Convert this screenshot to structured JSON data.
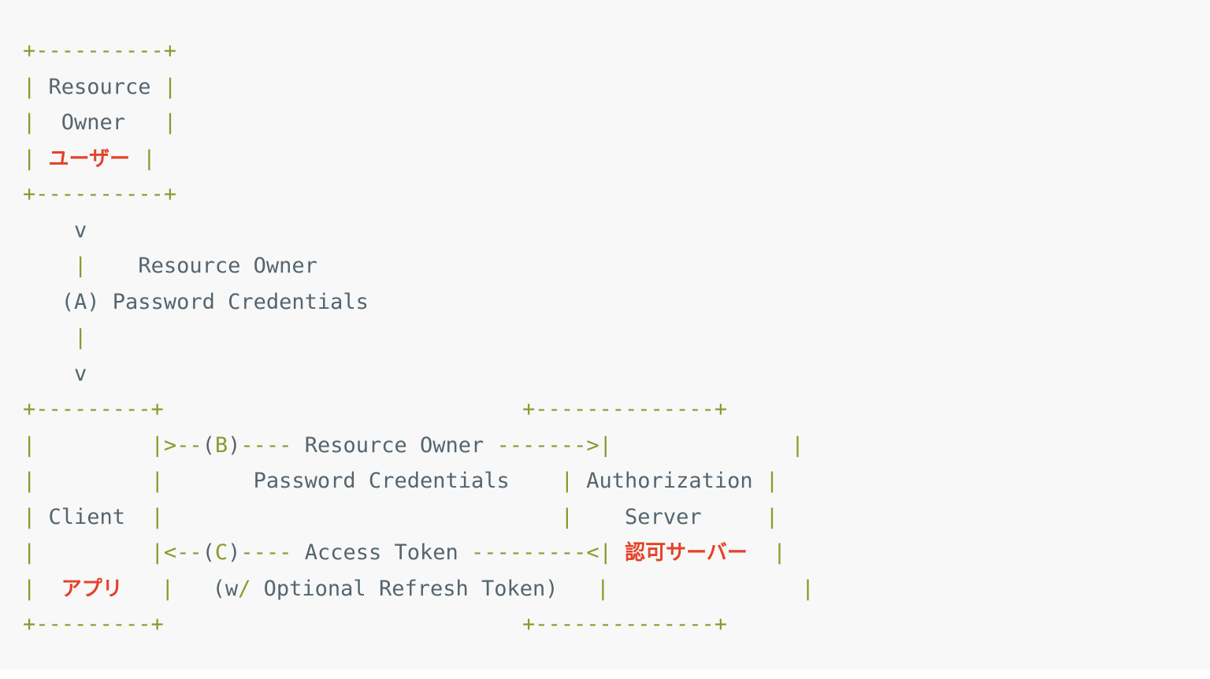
{
  "document": {
    "kind": "ascii-art-diagram",
    "title": "OAuth 2.0 Resource Owner Password Credentials Grant",
    "background_color": "#f8f8f8",
    "page_background_color": "#ffffff",
    "colors": {
      "box_drawing": "#8a9a2b",
      "text": "#55656f",
      "annotation_japanese": "#e5422a"
    }
  },
  "diagram": {
    "boxes": [
      {
        "id": "resource-owner",
        "label_lines": [
          "Resource",
          "Owner"
        ],
        "annotation": "ユーザー",
        "width_chars": 12
      },
      {
        "id": "client",
        "label_lines": [
          "Client"
        ],
        "annotation": "アプリ",
        "width_chars": 11
      },
      {
        "id": "authorization-server",
        "label_lines": [
          "Authorization",
          "Server"
        ],
        "annotation": "認可サーバー",
        "width_chars": 16
      }
    ],
    "flows": [
      {
        "step": "(A)",
        "label_lines": [
          "Resource Owner",
          "Password Credentials"
        ],
        "direction": "down",
        "from": "resource-owner",
        "to": "client"
      },
      {
        "step": "(B)",
        "label_lines": [
          "Resource Owner",
          "Password Credentials"
        ],
        "direction": "right",
        "from": "client",
        "to": "authorization-server"
      },
      {
        "step": "(C)",
        "label_lines": [
          "Access Token",
          "(w/ Optional Refresh Token)"
        ],
        "direction": "left",
        "from": "authorization-server",
        "to": "client"
      }
    ]
  },
  "lines": [
    [
      {
        "t": "+----------+",
        "c": "box"
      }
    ],
    [
      {
        "t": "|",
        "c": "box"
      },
      {
        "t": " Resource ",
        "c": "txt"
      },
      {
        "t": "|",
        "c": "box"
      }
    ],
    [
      {
        "t": "|",
        "c": "box"
      },
      {
        "t": "  Owner   ",
        "c": "txt"
      },
      {
        "t": "|",
        "c": "box"
      }
    ],
    [
      {
        "t": "|",
        "c": "box"
      },
      {
        "t": " ",
        "c": "txt"
      },
      {
        "t": "ユーザー",
        "c": "jp"
      },
      {
        "t": " ",
        "c": "txt"
      },
      {
        "t": "|",
        "c": "box"
      }
    ],
    [
      {
        "t": "+----------+",
        "c": "box"
      }
    ],
    [
      {
        "t": "    v",
        "c": "txt"
      }
    ],
    [
      {
        "t": "    ",
        "c": "txt"
      },
      {
        "t": "|",
        "c": "box"
      },
      {
        "t": "    Resource Owner",
        "c": "txt"
      }
    ],
    [
      {
        "t": "   (A) Password Credentials",
        "c": "txt"
      }
    ],
    [
      {
        "t": "    ",
        "c": "txt"
      },
      {
        "t": "|",
        "c": "box"
      }
    ],
    [
      {
        "t": "    v",
        "c": "txt"
      }
    ],
    [
      {
        "t": "+---------+",
        "c": "box"
      },
      {
        "t": "                            ",
        "c": "txt"
      },
      {
        "t": "+--------------+",
        "c": "box"
      }
    ],
    [
      {
        "t": "|",
        "c": "box"
      },
      {
        "t": "         ",
        "c": "txt"
      },
      {
        "t": "|>--",
        "c": "box"
      },
      {
        "t": "(",
        "c": "txt"
      },
      {
        "t": "B",
        "c": "box"
      },
      {
        "t": ")",
        "c": "txt"
      },
      {
        "t": "----",
        "c": "box"
      },
      {
        "t": " Resource Owner ",
        "c": "txt"
      },
      {
        "t": "------->|",
        "c": "box"
      },
      {
        "t": "              ",
        "c": "txt"
      },
      {
        "t": "|",
        "c": "box"
      }
    ],
    [
      {
        "t": "|",
        "c": "box"
      },
      {
        "t": "         ",
        "c": "txt"
      },
      {
        "t": "|",
        "c": "box"
      },
      {
        "t": "       Password Credentials    ",
        "c": "txt"
      },
      {
        "t": "|",
        "c": "box"
      },
      {
        "t": " Authorization ",
        "c": "txt"
      },
      {
        "t": "|",
        "c": "box"
      }
    ],
    [
      {
        "t": "|",
        "c": "box"
      },
      {
        "t": " Client  ",
        "c": "txt"
      },
      {
        "t": "|",
        "c": "box"
      },
      {
        "t": "                               ",
        "c": "txt"
      },
      {
        "t": "|",
        "c": "box"
      },
      {
        "t": "    Server     ",
        "c": "txt"
      },
      {
        "t": "|",
        "c": "box"
      }
    ],
    [
      {
        "t": "|",
        "c": "box"
      },
      {
        "t": "         ",
        "c": "txt"
      },
      {
        "t": "|<--",
        "c": "box"
      },
      {
        "t": "(",
        "c": "txt"
      },
      {
        "t": "C",
        "c": "box"
      },
      {
        "t": ")",
        "c": "txt"
      },
      {
        "t": "----",
        "c": "box"
      },
      {
        "t": " Access Token ",
        "c": "txt"
      },
      {
        "t": "---------<|",
        "c": "box"
      },
      {
        "t": " ",
        "c": "txt"
      },
      {
        "t": "認可サーバー",
        "c": "jp"
      },
      {
        "t": "  ",
        "c": "txt"
      },
      {
        "t": "|",
        "c": "box"
      }
    ],
    [
      {
        "t": "|",
        "c": "box"
      },
      {
        "t": "  ",
        "c": "txt"
      },
      {
        "t": "アプリ",
        "c": "jp"
      },
      {
        "t": "   ",
        "c": "txt"
      },
      {
        "t": "|",
        "c": "box"
      },
      {
        "t": "   (w",
        "c": "txt"
      },
      {
        "t": "/",
        "c": "box"
      },
      {
        "t": " Optional Refresh Token)   ",
        "c": "txt"
      },
      {
        "t": "|",
        "c": "box"
      },
      {
        "t": "               ",
        "c": "txt"
      },
      {
        "t": "|",
        "c": "box"
      }
    ],
    [
      {
        "t": "+---------+",
        "c": "box"
      },
      {
        "t": "                            ",
        "c": "txt"
      },
      {
        "t": "+--------------+",
        "c": "box"
      }
    ]
  ]
}
